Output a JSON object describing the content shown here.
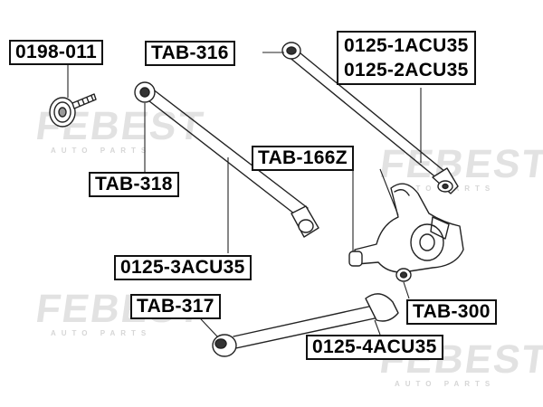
{
  "watermark": {
    "brand": "FEBEST",
    "subtitle": "AUTO PARTS"
  },
  "labels": {
    "bolt": "0198-011",
    "upper_bushing_a": "TAB-316",
    "control_arm_12": [
      "0125-1ACU35",
      "0125-2ACU35"
    ],
    "arm_bushing": "TAB-318",
    "knuckle_bushing": "TAB-166Z",
    "control_arm_3": "0125-3ACU35",
    "lower_bushing": "TAB-317",
    "knuckle_bushing_b": "TAB-300",
    "control_arm_4": "0125-4ACU35"
  }
}
